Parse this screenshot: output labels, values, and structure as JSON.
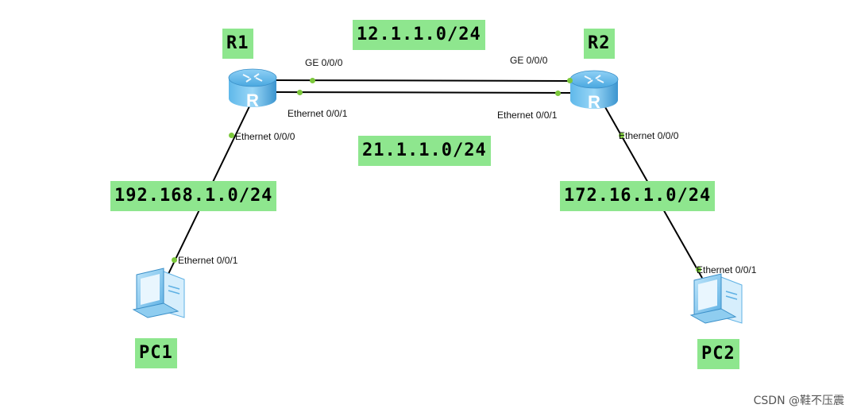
{
  "devices": {
    "r1": {
      "label": "R1",
      "icon": "router-icon"
    },
    "r2": {
      "label": "R2",
      "icon": "router-icon"
    },
    "pc1": {
      "label": "PC1",
      "icon": "pc-icon"
    },
    "pc2": {
      "label": "PC2",
      "icon": "pc-icon"
    }
  },
  "networks": {
    "r1_r2_ge": "12.1.1.0/24",
    "r1_r2_eth": "21.1.1.0/24",
    "r1_pc1": "192.168.1.0/24",
    "r2_pc2": "172.16.1.0/24"
  },
  "ports": {
    "r1_ge": "GE 0/0/0",
    "r2_ge": "GE 0/0/0",
    "r1_eth01": "Ethernet 0/0/1",
    "r2_eth01": "Ethernet 0/0/1",
    "r1_eth00": "Ethernet 0/0/0",
    "r2_eth00": "Ethernet 0/0/0",
    "pc1_eth": "Ethernet 0/0/1",
    "pc2_eth": "Ethernet 0/0/1"
  },
  "colors": {
    "label_bg": "#8ee68e",
    "link": "#000000",
    "port_dot": "#7cc83c",
    "router_blue": "#4aa8e0"
  },
  "watermark": "CSDN @鞋不压震"
}
